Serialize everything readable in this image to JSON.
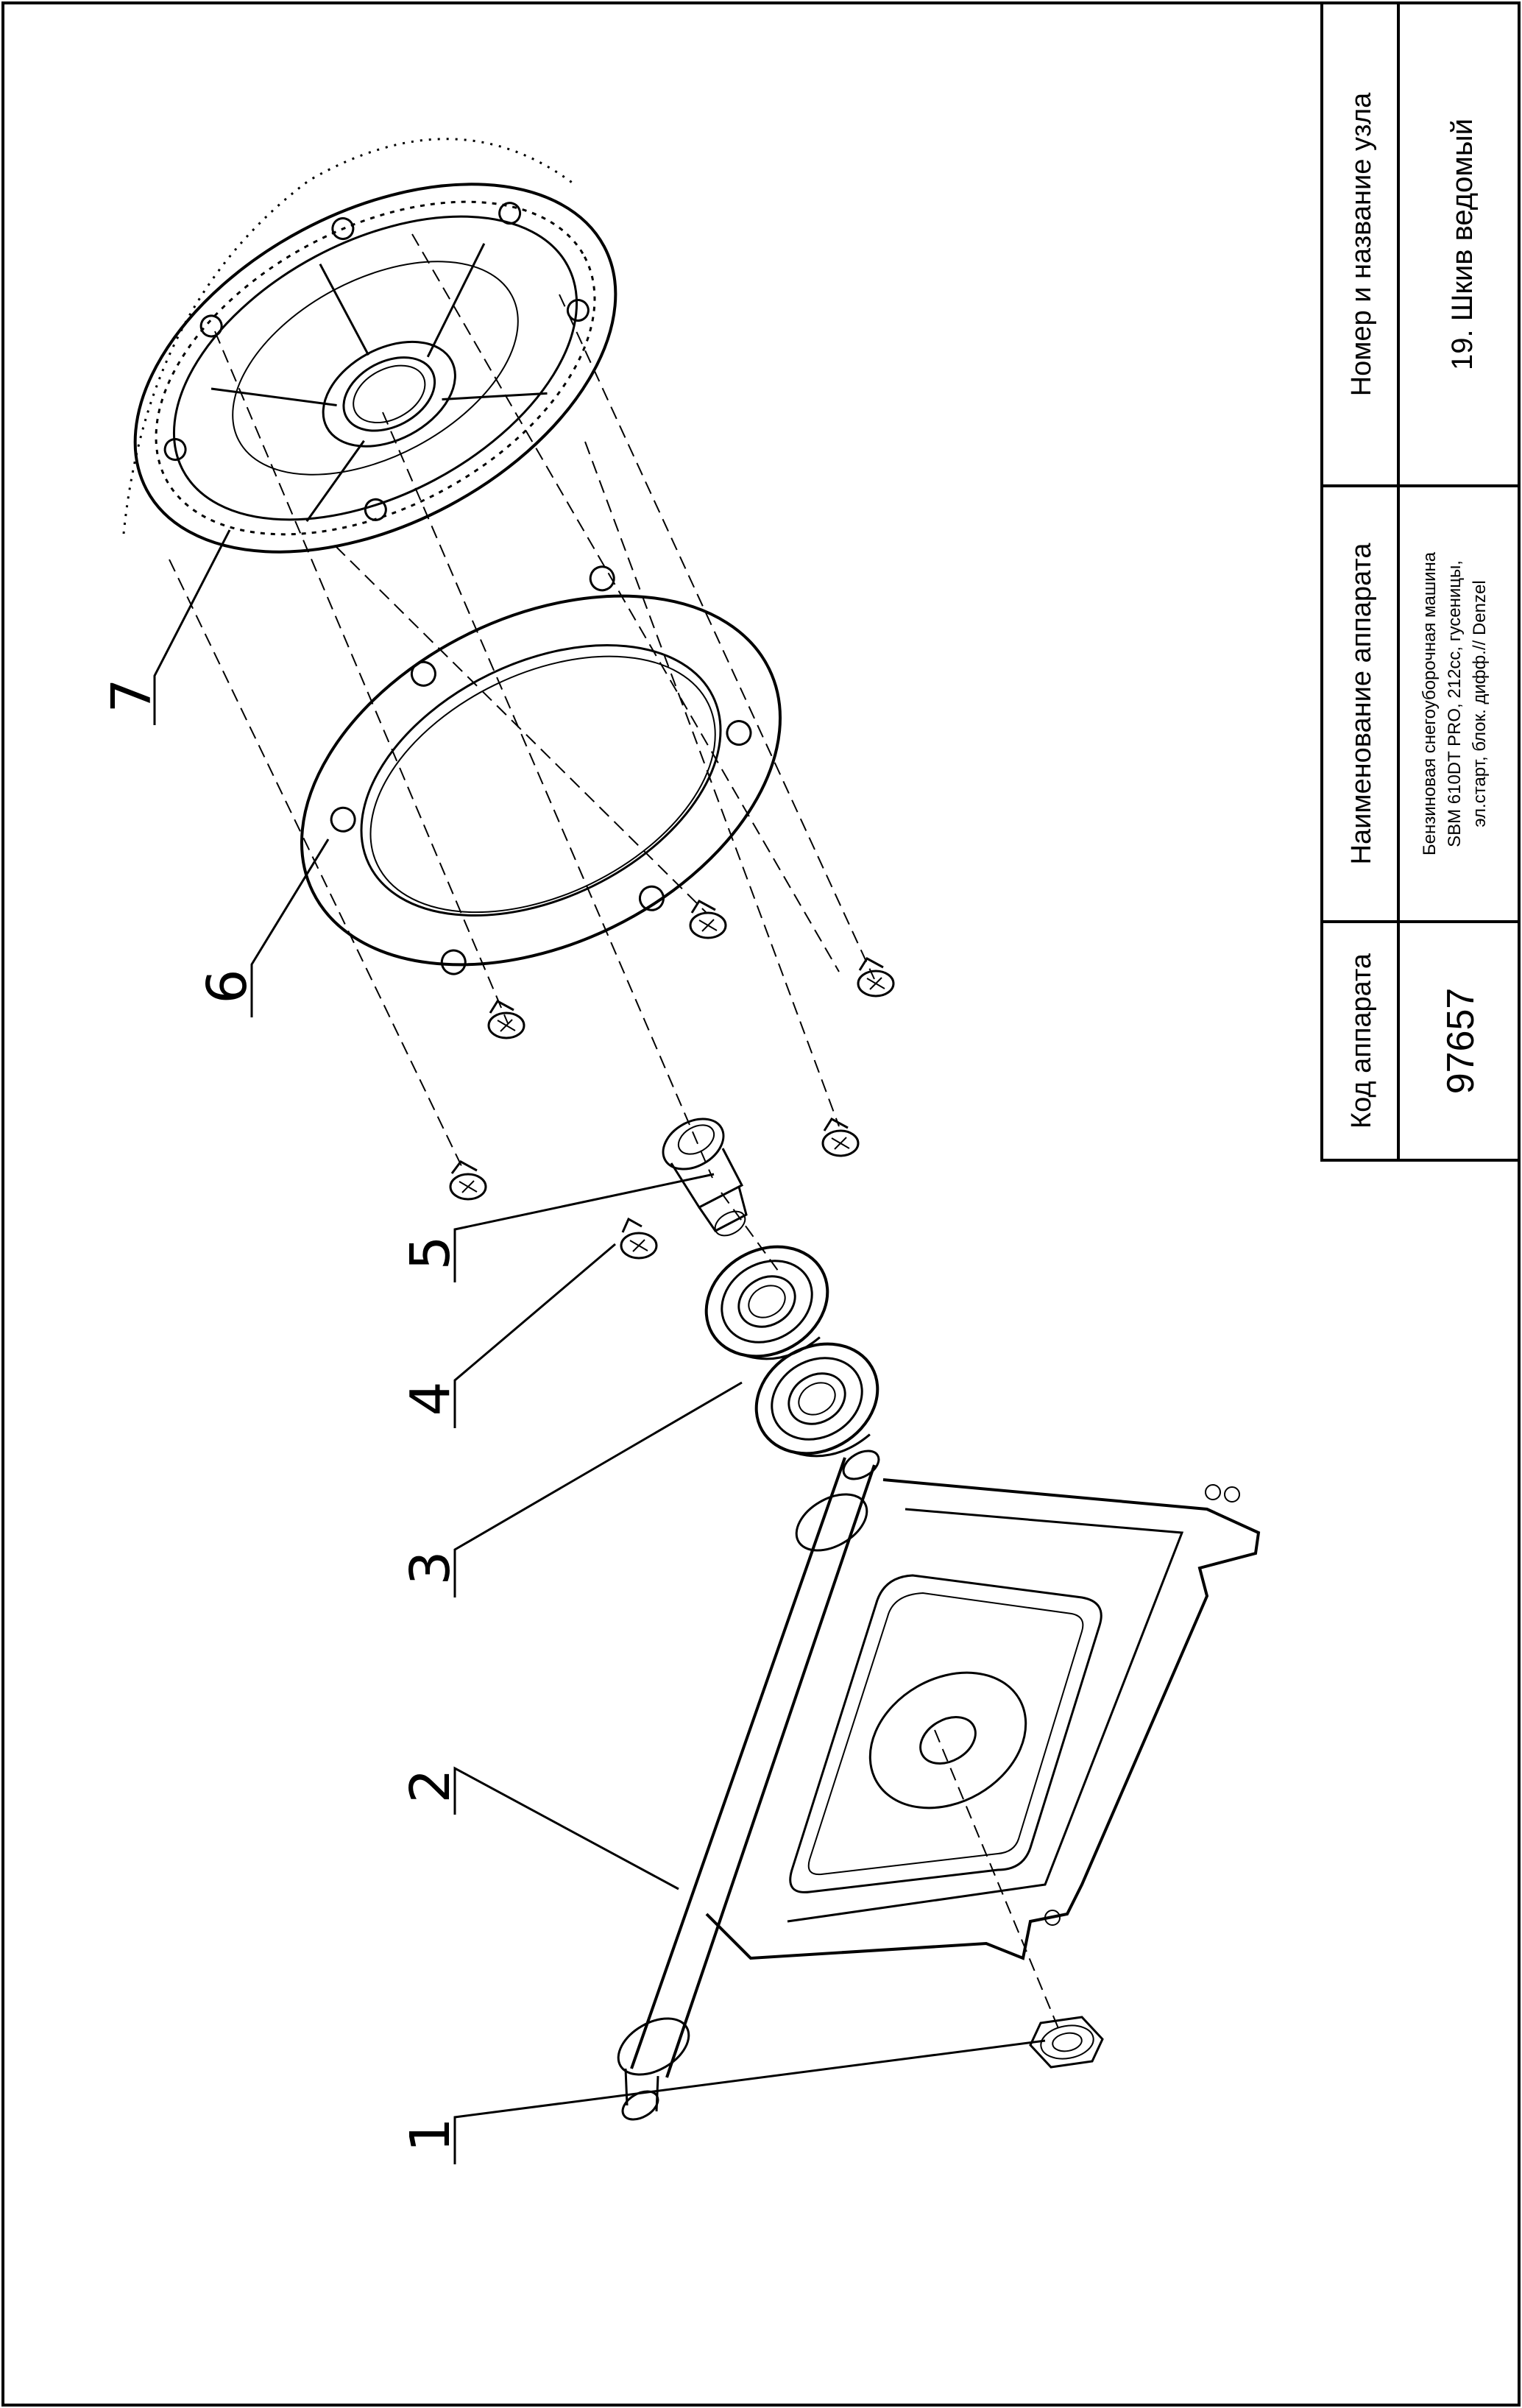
{
  "title_block": {
    "code_header": "Код аппарата",
    "code_value": "97657",
    "device_header": "Наименование аппарата",
    "device_lines": [
      "Бензиновая снегоуборочная машина",
      "SBM 610DT PRO, 212cc, гусеницы,",
      "эл.старт, блок. дифф.// Denzel"
    ],
    "node_header": "Номер и название узла",
    "node_value": "19. Шкив ведомый"
  },
  "callouts": [
    "1",
    "2",
    "3",
    "4",
    "5",
    "6",
    "7"
  ]
}
